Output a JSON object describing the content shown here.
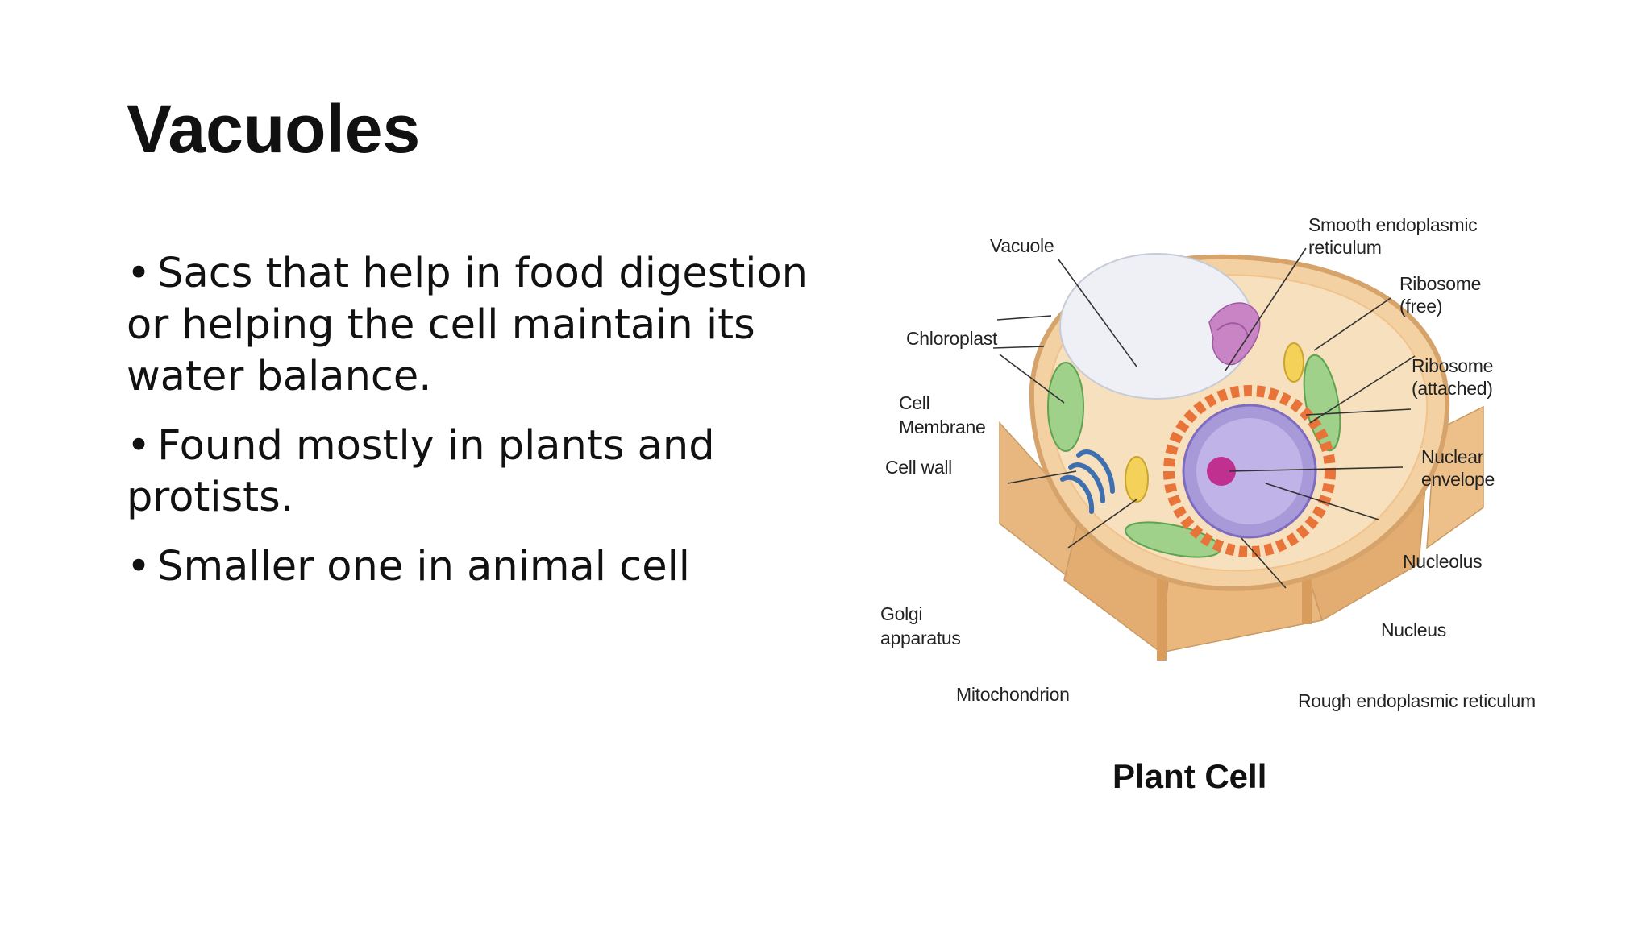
{
  "slide": {
    "title": "Vacuoles",
    "bullets": [
      {
        "text": "Sacs that help in food digestion or helping the cell maintain its water balance."
      },
      {
        "text": "Found mostly in plants and protists."
      },
      {
        "text": "Smaller one in animal cell"
      }
    ]
  },
  "figure": {
    "caption": "Plant Cell",
    "labels": {
      "vacuole": "Vacuole",
      "chloroplast": "Chloroplast",
      "cell_membrane_1": "Cell",
      "cell_membrane_2": "Membrane",
      "cell_wall": "Cell wall",
      "golgi_1": "Golgi",
      "golgi_2": "apparatus",
      "mitochondrion": "Mitochondrion",
      "smooth_er_1": "Smooth endoplasmic",
      "smooth_er_2": "reticulum",
      "ribosome_free_1": "Ribosome",
      "ribosome_free_2": "(free)",
      "ribosome_attached_1": "Ribosome",
      "ribosome_attached_2": "(attached)",
      "nuclear_envelope_1": "Nuclear",
      "nuclear_envelope_2": "envelope",
      "nucleolus": "Nucleolus",
      "nucleus": "Nucleus",
      "rough_er": "Rough endoplasmic reticulum"
    }
  }
}
